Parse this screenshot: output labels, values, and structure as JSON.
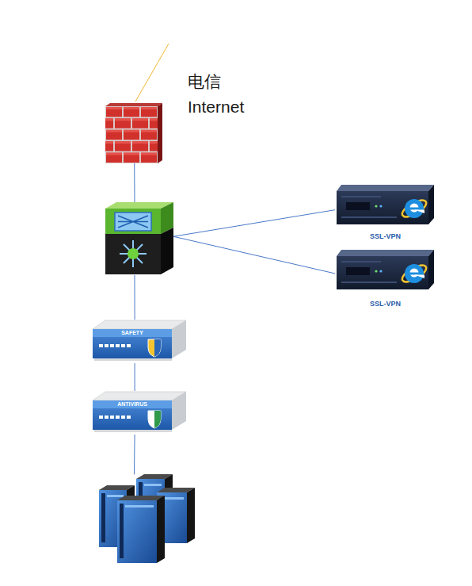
{
  "diagram": {
    "nodes": [
      {
        "text": [
          "电信 Internet"
        ]
      },
      {
        "text": []
      },
      {
        "text": [
          "SSL-VPN"
        ]
      },
      {
        "text": [
          "SSL-VPN"
        ]
      },
      {
        "text": [
          "SAFETY"
        ]
      },
      {
        "text": [
          "ANTIVIRUS"
        ]
      },
      {
        "text": []
      }
    ],
    "edges": [
      {
        "from": 0,
        "to": 1,
        "arrow": "none"
      },
      {
        "from": 1,
        "to": 2,
        "arrow": "none"
      },
      {
        "from": 1,
        "to": 3,
        "arrow": "none"
      },
      {
        "from": 1,
        "to": 4,
        "arrow": "none"
      },
      {
        "from": 4,
        "to": 5,
        "arrow": "none"
      },
      {
        "from": 5,
        "to": 6,
        "arrow": "none"
      }
    ]
  }
}
